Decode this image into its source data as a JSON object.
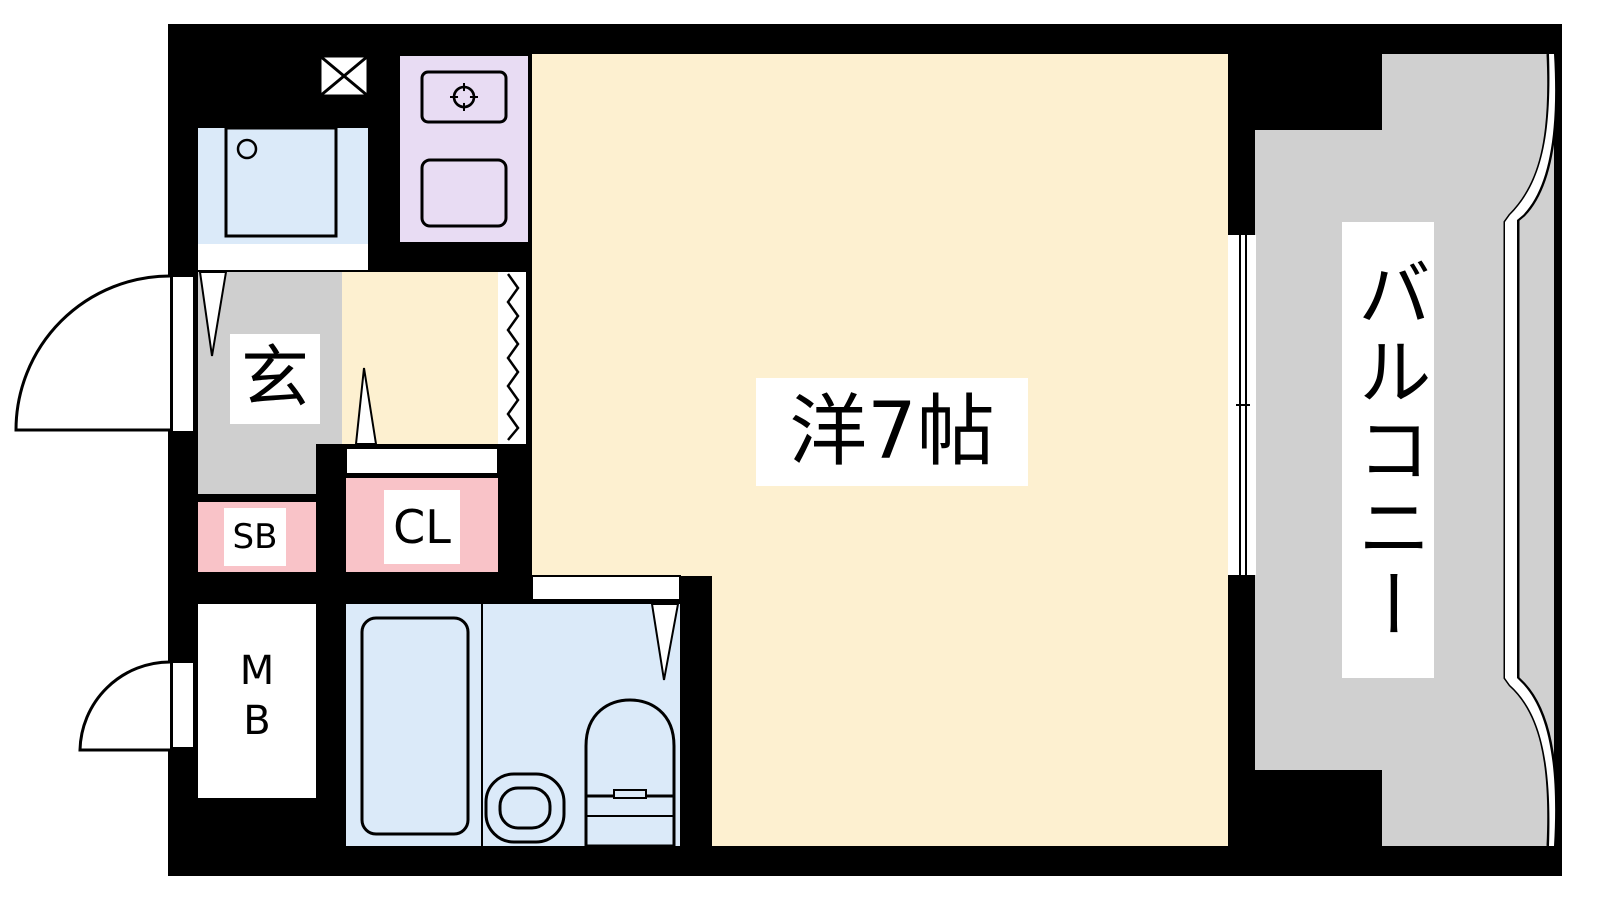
{
  "floorplan": {
    "rooms": {
      "western": {
        "label": "洋7帖"
      },
      "entrance": {
        "label": "玄"
      },
      "shoe_box": {
        "label": "SB"
      },
      "closet": {
        "label": "CL"
      },
      "meter_box": {
        "label_line1": "M",
        "label_line2": "B"
      },
      "balcony": {
        "label": "バルコニー"
      }
    },
    "colors": {
      "wall": "#000000",
      "western_floor": "#fdf0d0",
      "wet_area": "#dbeaf9",
      "kitchen": "#e8dcf3",
      "entrance_floor": "#cfcfcf",
      "storage": "#f9c3c8",
      "balcony": "#d0d0d0",
      "white": "#ffffff"
    }
  }
}
